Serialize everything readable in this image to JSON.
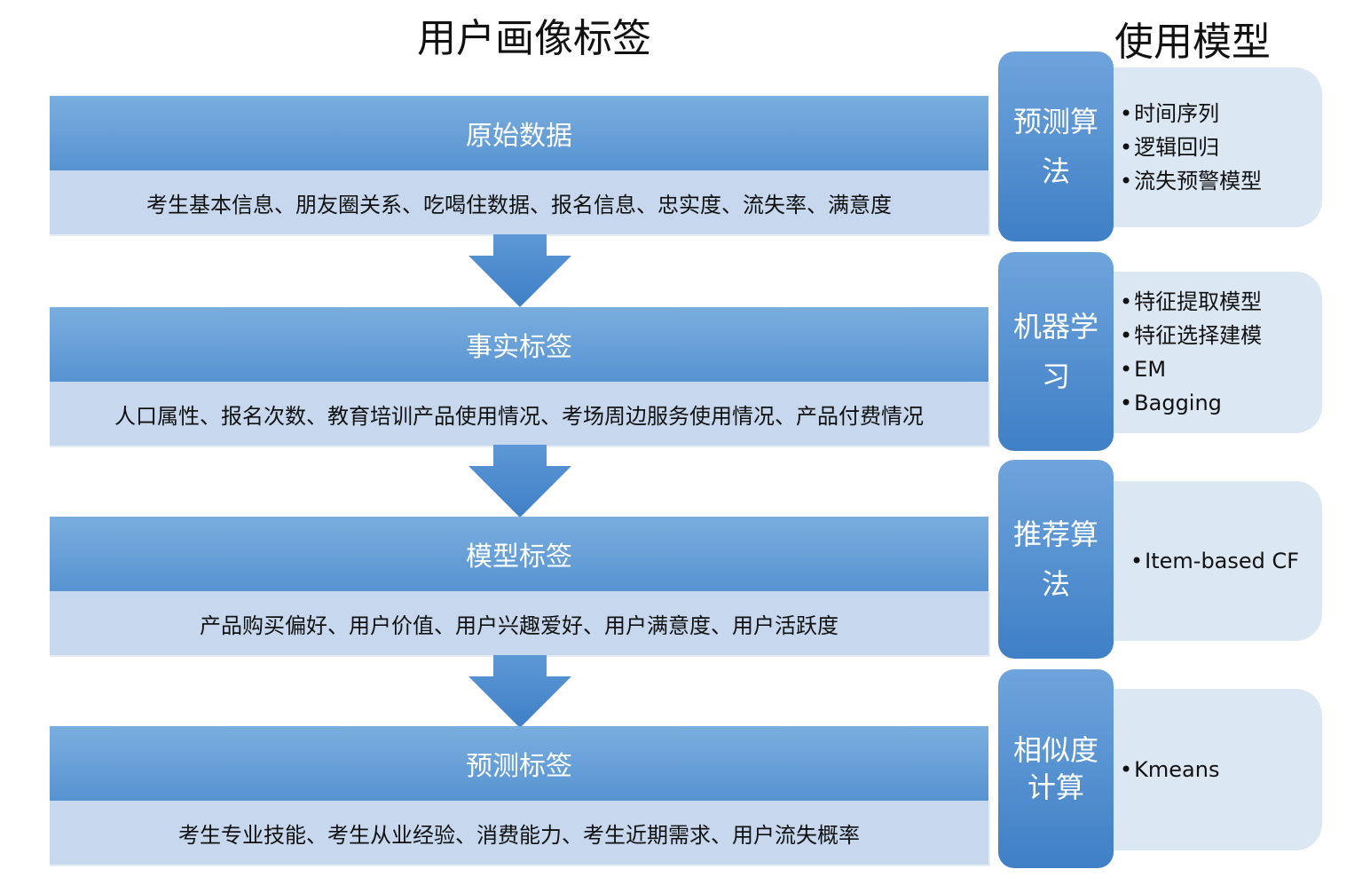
{
  "titles": {
    "left": "用户画像标签",
    "right": "使用模型"
  },
  "stages": [
    {
      "header": "原始数据",
      "content": "考生基本信息、朋友圈关系、吃喝住数据、报名信息、忠实度、流失率、满意度"
    },
    {
      "header": "事实标签",
      "content": "人口属性、报名次数、教育培训产品使用情况、考场周边服务使用情况、产品付费情况"
    },
    {
      "header": "模型标签",
      "content": "产品购买偏好、用户价值、用户兴趣爱好、用户满意度、用户活跃度"
    },
    {
      "header": "预测标签",
      "content": "考生专业技能、考生从业经验、消费能力、考生近期需求、用户流失概率"
    }
  ],
  "models": [
    {
      "tab": "预测算法",
      "items": [
        "时间序列",
        "逻辑回归",
        "流失预警模型"
      ]
    },
    {
      "tab": "机器学习",
      "items": [
        "特征提取模型",
        "特征选择建模",
        "EM",
        "Bagging"
      ]
    },
    {
      "tab": "推荐算法",
      "items": [
        "Item-based CF"
      ]
    },
    {
      "tab": "相似度计算",
      "items": [
        "Kmeans"
      ]
    }
  ],
  "colors": {
    "header": "#6aa3da",
    "body": "#c7d8ee",
    "arrow": "#4f8ccf",
    "tab": "#4a89cc",
    "panel": "#dce7f4"
  }
}
